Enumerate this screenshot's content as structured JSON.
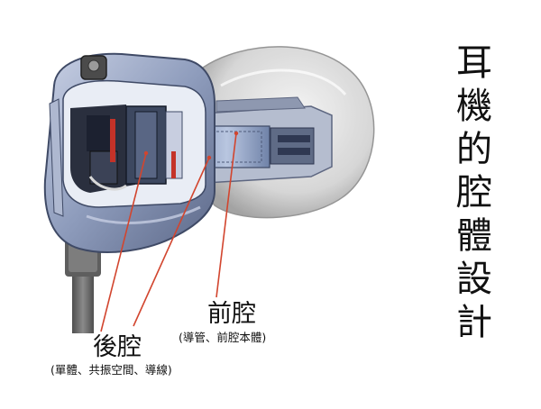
{
  "title_chars": [
    "耳",
    "機",
    "的",
    "腔",
    "體",
    "設",
    "計"
  ],
  "labels": {
    "front_cavity": {
      "name": "前腔",
      "detail": "(導管、前腔本體)"
    },
    "rear_cavity": {
      "name": "後腔",
      "detail": "(單體、共振空間、導線)"
    }
  },
  "colors": {
    "leader_line": "#d2452e",
    "shell": "#7f8fb0",
    "ear_tip": "#d9d9d9",
    "cable": "#6f6f6f",
    "driver_red": "#c43228"
  }
}
